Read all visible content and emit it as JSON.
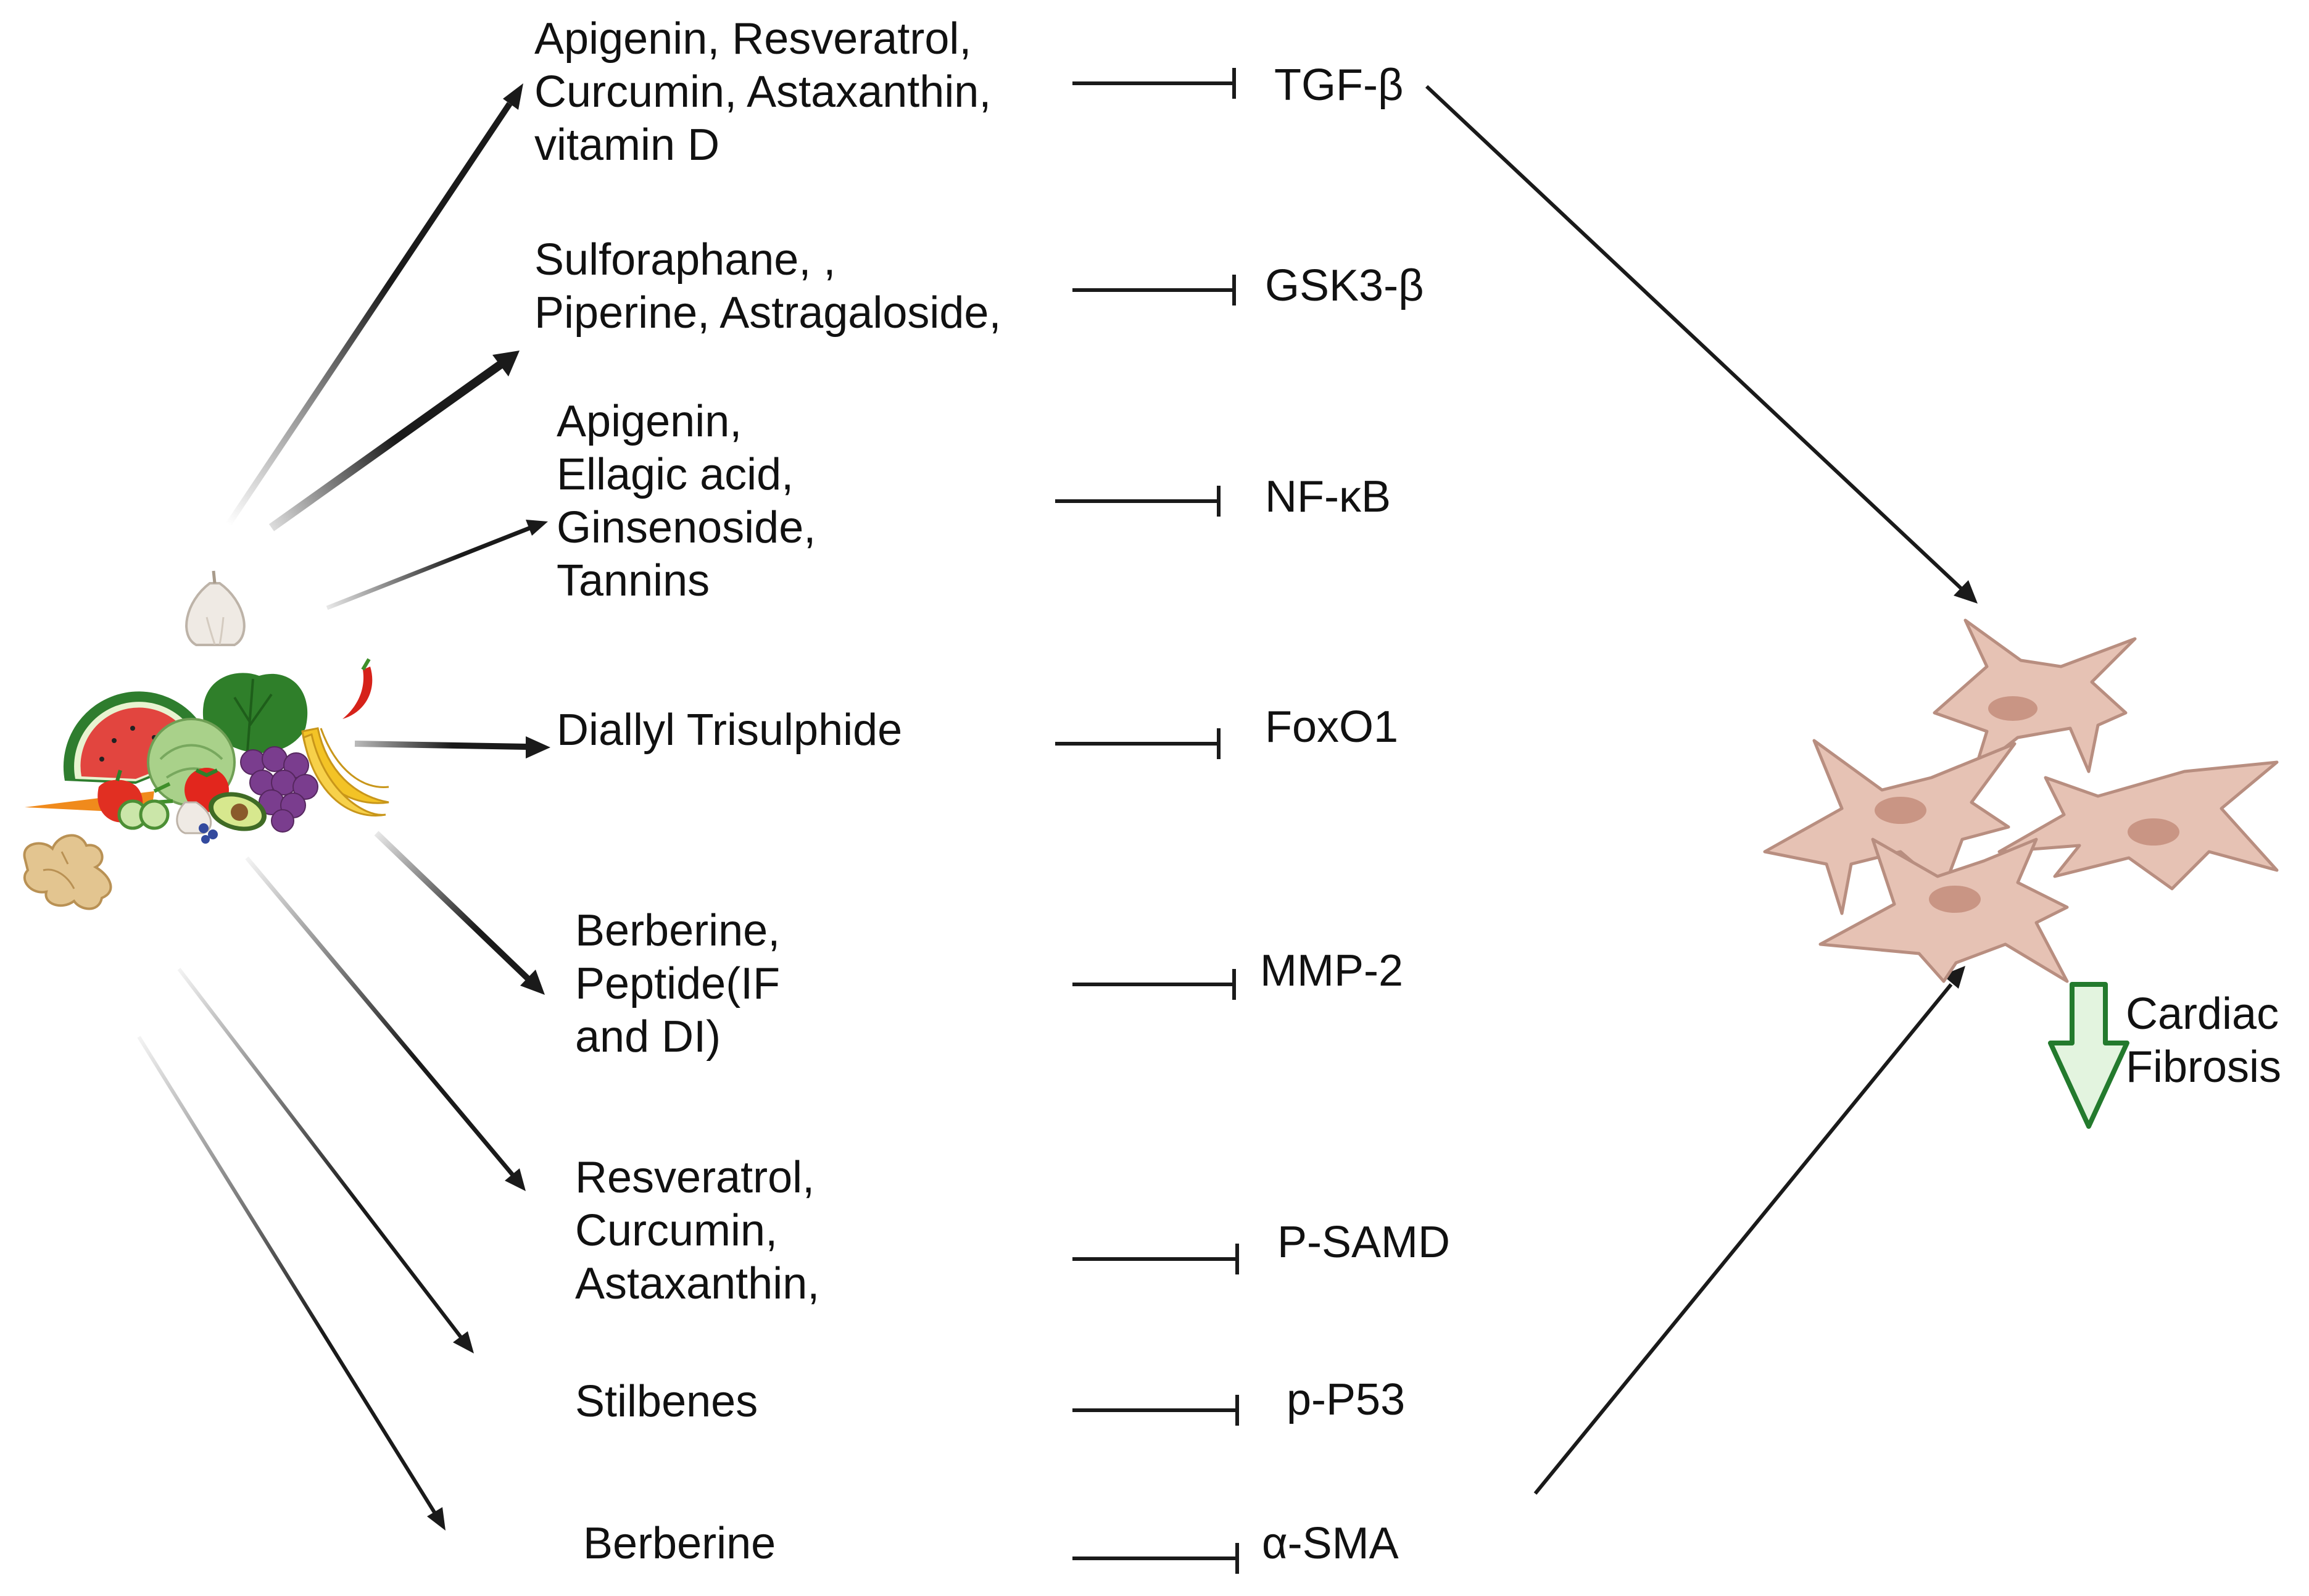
{
  "compound_groups": [
    {
      "lines": [
        "Apigenin, Resveratrol,",
        "Curcumin, Astaxanthin,",
        "vitamin D"
      ]
    },
    {
      "lines": [
        "Sulforaphane, ,",
        "Piperine, Astragaloside,"
      ]
    },
    {
      "lines": [
        "Apigenin,",
        "Ellagic acid,",
        "Ginsenoside,",
        "Tannins"
      ]
    },
    {
      "lines": [
        "Diallyl Trisulphide"
      ]
    },
    {
      "lines": [
        "Berberine,",
        "Peptide(IF",
        "and DI)"
      ]
    },
    {
      "lines": [
        "Resveratrol,",
        "Curcumin,",
        "Astaxanthin,"
      ]
    },
    {
      "lines": [
        "Stilbenes"
      ]
    },
    {
      "lines": [
        "Berberine"
      ]
    }
  ],
  "targets": [
    "TGF-β",
    "GSK3-β",
    "NF-κB",
    "FoxO1",
    "MMP-2",
    "P-SAMD",
    "p-P53",
    "α-SMA"
  ],
  "outcome": {
    "line1": "Cardiac",
    "line2": "Fibrosis"
  },
  "icons": {
    "source": "fruits-vegetables-spices-icon",
    "cells": "cardiac-fibroblast-cells-icon",
    "outcome_arrow": "down-arrow-icon"
  },
  "colors": {
    "line": "#1a1a1a",
    "cell_fill": "#e6c2b4",
    "cell_stroke": "#b88e80",
    "cell_nucleus": "#c99584",
    "down_arrow_fill": "#e3f4df",
    "down_arrow_stroke": "#237a2d"
  }
}
